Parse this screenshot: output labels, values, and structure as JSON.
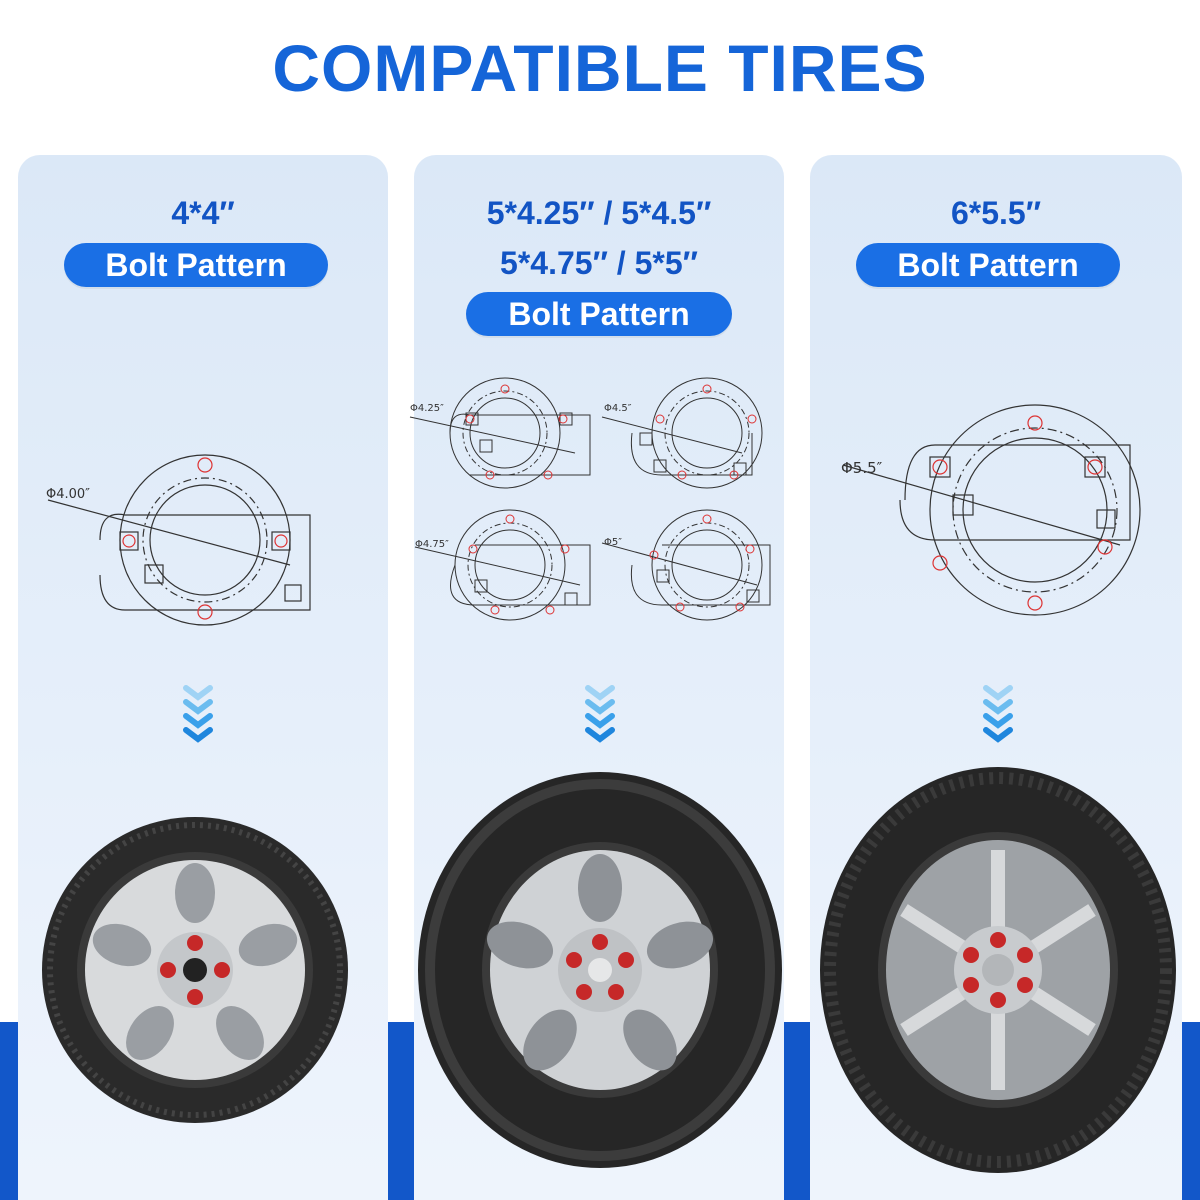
{
  "title": "COMPATIBLE TIRES",
  "columns": [
    {
      "sizes": [
        "4*4″"
      ],
      "badge": "Bolt Pattern",
      "diagram_labels": [
        "Φ4.00″"
      ]
    },
    {
      "sizes": [
        "5*4.25″ / 5*4.5″",
        "5*4.75″ / 5*5″"
      ],
      "badge": "Bolt Pattern",
      "diagram_labels": [
        "Φ4.25″",
        "Φ4.5″",
        "Φ4.75″",
        "Φ5″"
      ]
    },
    {
      "sizes": [
        "6*5.5″"
      ],
      "badge": "Bolt Pattern",
      "diagram_labels": [
        "Φ5.5″"
      ]
    }
  ],
  "icons": [
    "down-chevrons-icon",
    "tire-wheel-image",
    "bolt-pattern-drawing"
  ],
  "colors": {
    "title": "#1565d8",
    "badge": "#1a6fe5",
    "floor": "#1257c9",
    "panel": "#dbe8f7",
    "arrow": "#3aa0ea"
  }
}
